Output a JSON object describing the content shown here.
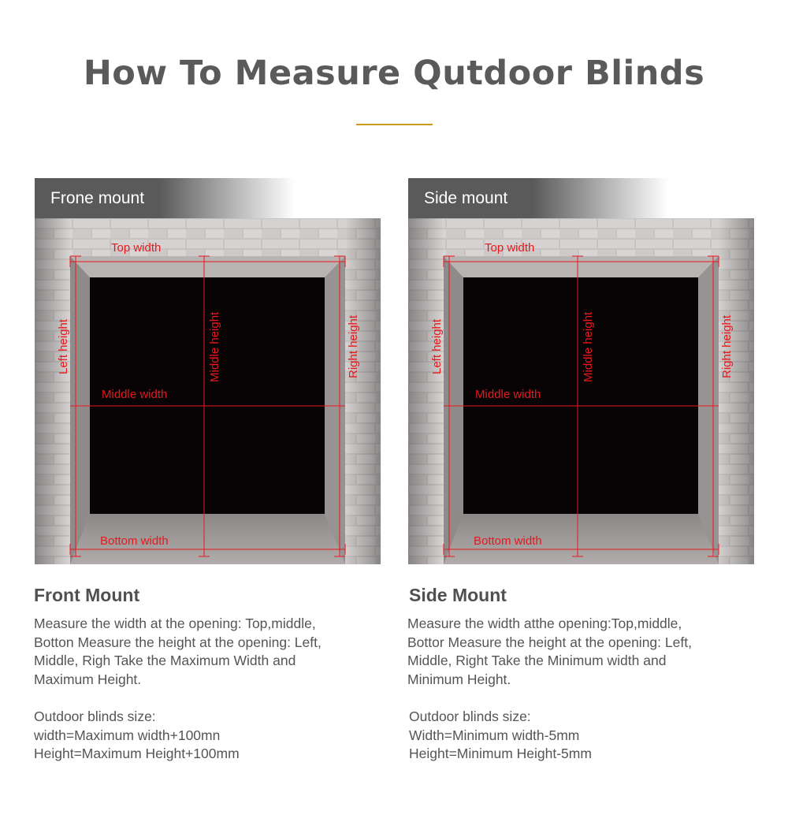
{
  "page": {
    "title": "How To Measure Qutdoor Blinds",
    "accent_color": "#c99a1e"
  },
  "front": {
    "tab_label": "Frone mount",
    "labels": {
      "top_width": "Top width",
      "left_height": "Left height",
      "middle_height": "Middle height",
      "right_height": "Right height",
      "middle_width": "Middle width",
      "bottom_width": "Bottom width"
    },
    "heading": "Front Mount",
    "body_lines": [
      "Measure the width at the opening: Top,middle,",
      "Botton Measure the height at the opening: Left,",
      "Middle, Righ Take the Maximum Width and",
      "Maximum Height."
    ],
    "size_lines": [
      "Outdoor blinds size:",
      "width=Maximum width+100mn",
      "Height=Maximum Height+100mm"
    ]
  },
  "side": {
    "tab_label": "Side mount",
    "labels": {
      "top_width": "Top width",
      "left_height": "Left height",
      "middle_height": "Middle height",
      "right_height": "Right height",
      "middle_width": "Middle width",
      "bottom_width": "Bottom width"
    },
    "heading": "Side Mount",
    "body_lines": [
      "Measure the width atthe opening:Top,middle,",
      "Bottor Measure the height at the opening: Left,",
      "Middle, Right Take the Minimum width and",
      "Minimum Height."
    ],
    "size_lines": [
      "Outdoor blinds size:",
      "Width=Minimum width-5mm",
      "Height=Minimum Height-5mm"
    ]
  },
  "colors": {
    "measure_line": "#e8181c",
    "tab_bg": "#5a5a5a",
    "opening": "#080304"
  }
}
